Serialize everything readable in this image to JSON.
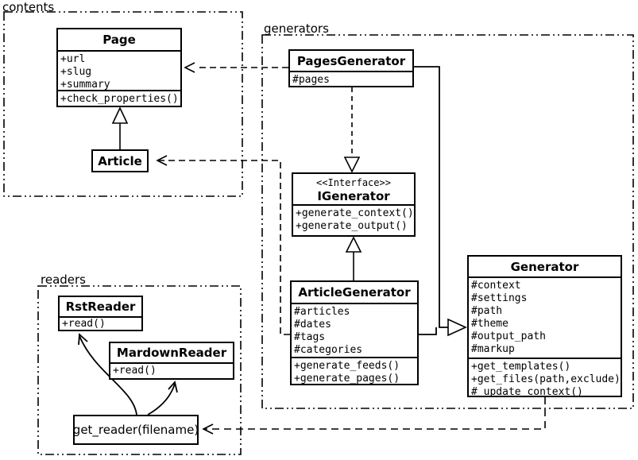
{
  "packages": {
    "contents": {
      "label": "contents"
    },
    "generators": {
      "label": "generators"
    },
    "readers": {
      "label": "readers"
    }
  },
  "classes": {
    "page": {
      "name": "Page",
      "attributes": [
        "+url",
        "+slug",
        "+summary"
      ],
      "methods": [
        "+check_properties()"
      ]
    },
    "article": {
      "name": "Article"
    },
    "pages_generator": {
      "name": "PagesGenerator",
      "attributes": [
        "#pages"
      ]
    },
    "igenerator": {
      "stereotype": "<<Interface>>",
      "name": "IGenerator",
      "methods": [
        "+generate_context()",
        "+generate_output()"
      ]
    },
    "article_generator": {
      "name": "ArticleGenerator",
      "attributes": [
        "#articles",
        "#dates",
        "#tags",
        "#categories"
      ],
      "methods": [
        "+generate_feeds()",
        "+generate_pages()"
      ]
    },
    "generator": {
      "name": "Generator",
      "attributes": [
        "#context",
        "#settings",
        "#path",
        "#theme",
        "#output_path",
        "#markup"
      ],
      "methods": [
        "+get_templates()",
        "+get_files(path,exclude)",
        "#_update_context()"
      ]
    },
    "rst_reader": {
      "name": "RstReader",
      "methods": [
        "+read()"
      ]
    },
    "mardown_reader": {
      "name": "MardownReader",
      "methods": [
        "+read()"
      ]
    },
    "get_reader": {
      "label": "get_reader(filename)"
    }
  },
  "relationships": [
    {
      "from": "Article",
      "to": "Page",
      "type": "inheritance"
    },
    {
      "from": "PagesGenerator",
      "to": "Page",
      "type": "dependency"
    },
    {
      "from": "ArticleGenerator",
      "to": "Article",
      "type": "dependency"
    },
    {
      "from": "PagesGenerator",
      "to": "IGenerator",
      "type": "realization"
    },
    {
      "from": "ArticleGenerator",
      "to": "IGenerator",
      "type": "inheritance"
    },
    {
      "from": "PagesGenerator",
      "to": "Generator",
      "type": "inheritance"
    },
    {
      "from": "ArticleGenerator",
      "to": "Generator",
      "type": "inheritance"
    },
    {
      "from": "Generator",
      "to": "get_reader(filename)",
      "type": "dependency"
    },
    {
      "from": "get_reader(filename)",
      "to": "RstReader",
      "type": "call"
    },
    {
      "from": "get_reader(filename)",
      "to": "MardownReader",
      "type": "call"
    }
  ],
  "colors": {
    "line": "#000000",
    "background": "#ffffff"
  }
}
